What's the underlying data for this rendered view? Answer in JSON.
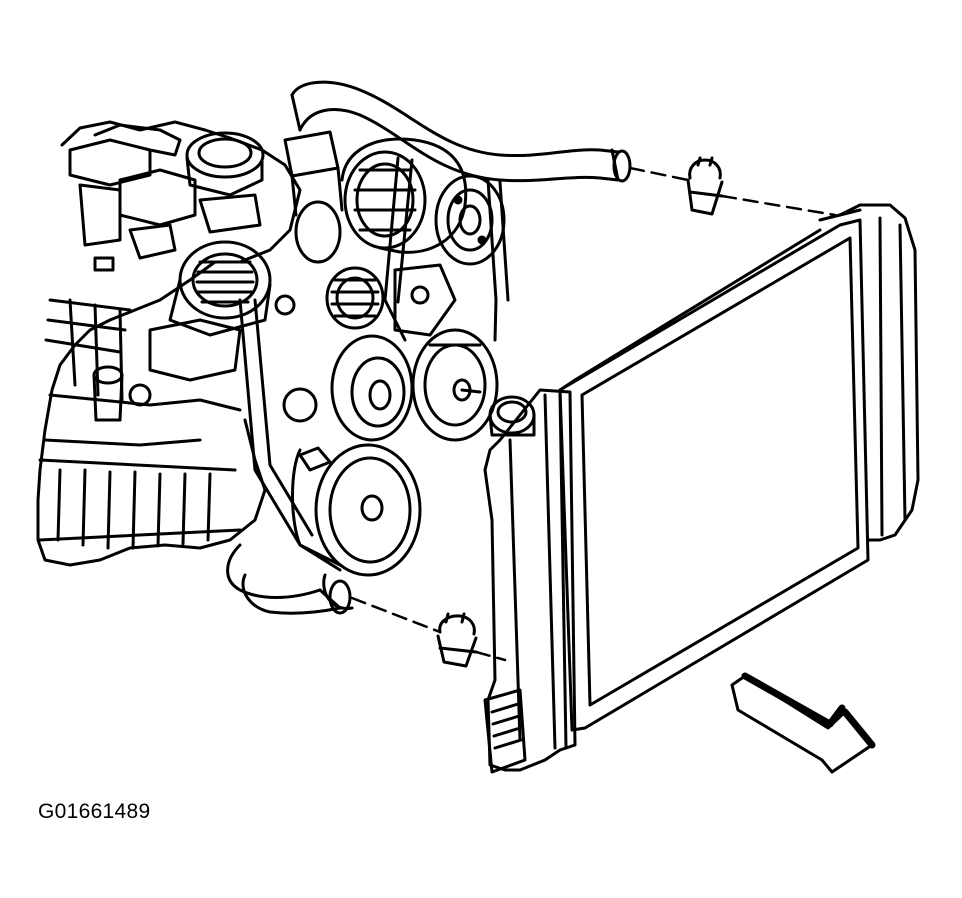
{
  "figure": {
    "code": "G01661489"
  },
  "colors": {
    "ink": "#000000",
    "paper": "#ffffff"
  },
  "parts": [
    "engine-block",
    "upper-radiator-hose",
    "lower-radiator-hose",
    "upper-hose-clamp",
    "lower-hose-clamp",
    "radiator",
    "radiator-cap",
    "generator",
    "drive-belt",
    "belt-tensioner",
    "water-pump-pulley",
    "power-steering-pulley",
    "crankshaft-pulley",
    "ac-compressor-pulley",
    "direction-arrow"
  ]
}
